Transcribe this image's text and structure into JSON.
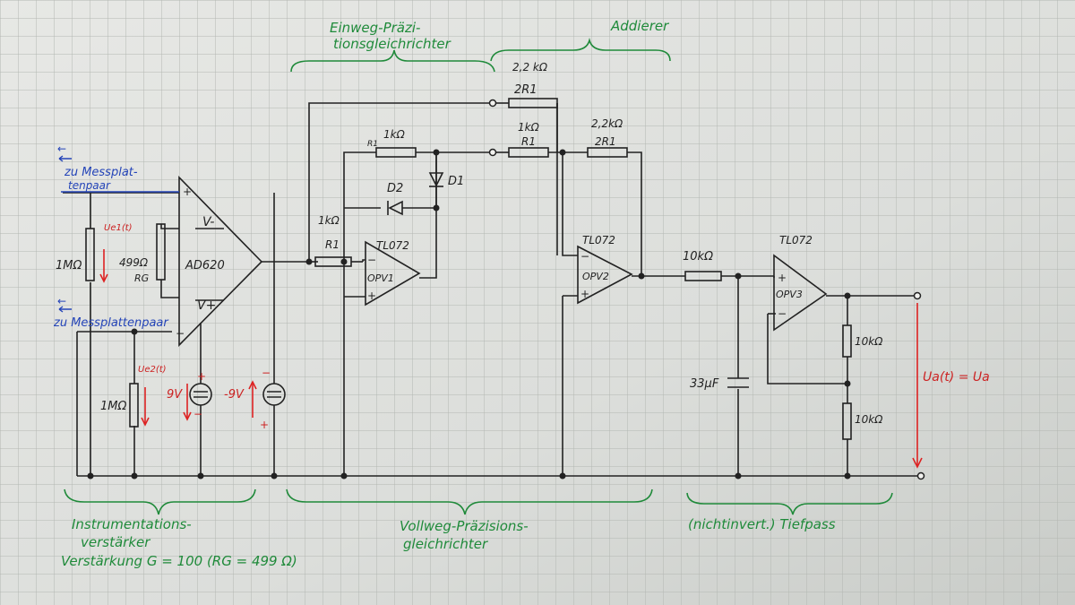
{
  "sections": {
    "halfwave_title_1": "Einweg-Präzi-",
    "halfwave_title_2": "tionsgleichrichter",
    "adder_title": "Addierer",
    "inamp_title_1": "Instrumentations-",
    "inamp_title_2": "verstärker",
    "inamp_gain": "Verstärkung G = 100 (RG = 499 Ω)",
    "fullwave_title_1": "Vollweg-Präzisions-",
    "fullwave_title_2": "gleichrichter",
    "lowpass_title": "(nichtinvert.) Tiefpass"
  },
  "inputs": {
    "arrow": "←",
    "top": "zu Messplat-",
    "top_2": "tenpaar",
    "bottom": "zu Messplattenpaar"
  },
  "components": {
    "r_in1": "1MΩ",
    "r_in2": "1MΩ",
    "u_e1": "Ue1(t)",
    "u_e2": "Ue2(t)",
    "rg_value": "499Ω",
    "rg_label": "RG",
    "ad620": "AD620",
    "v_minus": "V-",
    "v_plus": "V+",
    "bat1": "9V",
    "bat2": "-9V",
    "plus": "+",
    "minus": "−",
    "r1_in_value": "1kΩ",
    "r1_in_label": "R1",
    "r1_fb_value": "1kΩ",
    "r1_fb_label": "R1",
    "d1": "D1",
    "d2": "D2",
    "tl072_1": "TL072",
    "opv1": "OPV1",
    "r_mid_value": "1kΩ",
    "r_mid_label": "R1",
    "r_top_value": "2,2 kΩ",
    "r_top_label": "2R1",
    "r_fb2_value": "2,2kΩ",
    "r_fb2_label": "2R1",
    "tl072_2": "TL072",
    "opv2": "OPV2",
    "r_lp": "10kΩ",
    "cap": "33μF",
    "tl072_3": "TL072",
    "opv3": "OPV3",
    "r_div1": "10kΩ",
    "r_div2": "10kΩ",
    "output": "Ua(t) = Ua"
  }
}
